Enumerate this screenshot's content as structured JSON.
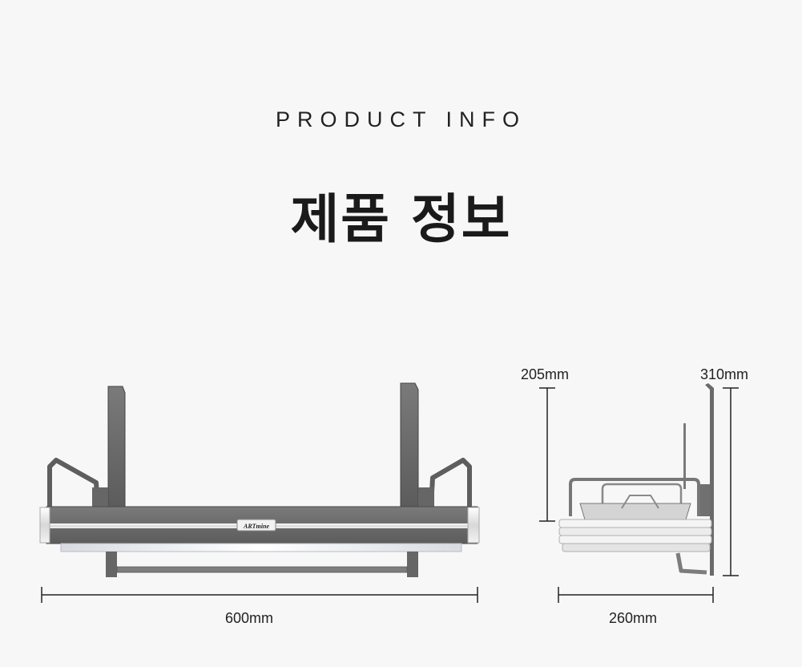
{
  "header": {
    "eyebrow": "PRODUCT INFO",
    "title": "제품 정보"
  },
  "dimensions": {
    "width_front": "600mm",
    "width_side": "260mm",
    "height_inner": "205mm",
    "height_total": "310mm"
  },
  "product": {
    "logo_text": "ARTmine"
  },
  "colors": {
    "background": "#f7f7f7",
    "frame": "#6d6d6d",
    "frame_dark": "#555555",
    "line": "#222222"
  }
}
